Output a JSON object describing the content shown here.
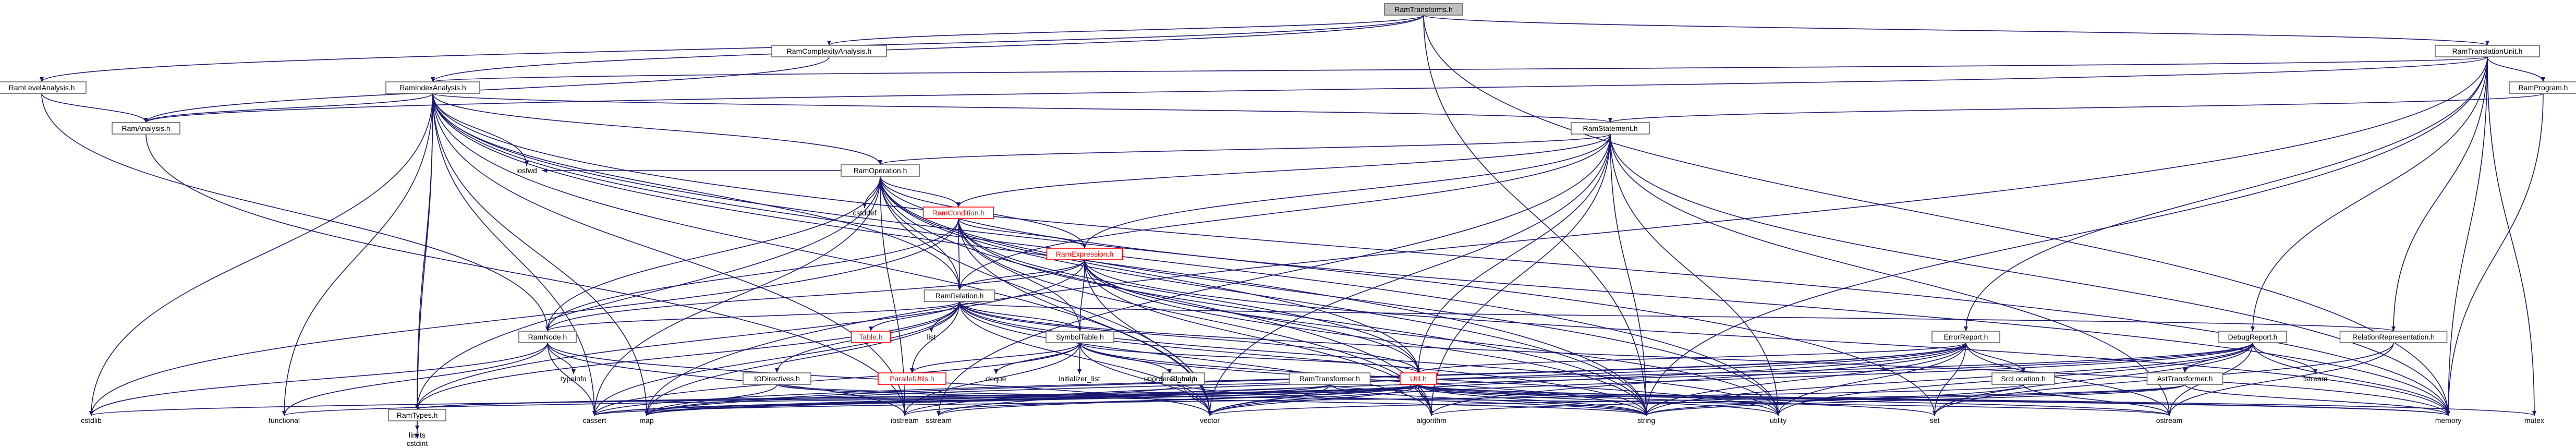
{
  "colors": {
    "edge": "#191970",
    "node_border": "#666666",
    "root_fill": "#bfbfbf",
    "red_node": "#ff0000"
  },
  "nodes": [
    {
      "id": "root",
      "label": "RamTransforms.h",
      "style": "root"
    },
    {
      "id": "complexity",
      "label": "RamComplexityAnalysis.h",
      "style": "box"
    },
    {
      "id": "translation",
      "label": "RamTranslationUnit.h",
      "style": "box"
    },
    {
      "id": "level",
      "label": "RamLevelAnalysis.h",
      "style": "box"
    },
    {
      "id": "indexanalysis",
      "label": "RamIndexAnalysis.h",
      "style": "box"
    },
    {
      "id": "ramanalysis",
      "label": "RamAnalysis.h",
      "style": "box"
    },
    {
      "id": "program",
      "label": "RamProgram.h",
      "style": "box"
    },
    {
      "id": "statement",
      "label": "RamStatement.h",
      "style": "box"
    },
    {
      "id": "operation",
      "label": "RamOperation.h",
      "style": "box"
    },
    {
      "id": "condition",
      "label": "RamCondition.h",
      "style": "red"
    },
    {
      "id": "expression",
      "label": "RamExpression.h",
      "style": "red"
    },
    {
      "id": "relation",
      "label": "RamRelation.h",
      "style": "box"
    },
    {
      "id": "ramnode",
      "label": "RamNode.h",
      "style": "box"
    },
    {
      "id": "tableh",
      "label": "Table.h",
      "style": "red"
    },
    {
      "id": "symboltable",
      "label": "SymbolTable.h",
      "style": "box"
    },
    {
      "id": "iodirectives",
      "label": "IODirectives.h",
      "style": "box"
    },
    {
      "id": "parallelutils",
      "label": "ParallelUtils.h",
      "style": "red"
    },
    {
      "id": "global",
      "label": "Global.h",
      "style": "box"
    },
    {
      "id": "ramtransformer",
      "label": "RamTransformer.h",
      "style": "box"
    },
    {
      "id": "util",
      "label": "Util.h",
      "style": "red"
    },
    {
      "id": "errorreport",
      "label": "ErrorReport.h",
      "style": "box"
    },
    {
      "id": "srclocation",
      "label": "SrcLocation.h",
      "style": "box"
    },
    {
      "id": "debugreport",
      "label": "DebugReport.h",
      "style": "box"
    },
    {
      "id": "relrep",
      "label": "RelationRepresentation.h",
      "style": "box"
    },
    {
      "id": "asttransformer",
      "label": "AstTransformer.h",
      "style": "box"
    },
    {
      "id": "ramtypes",
      "label": "RamTypes.h",
      "style": "box"
    },
    {
      "id": "iosfwd",
      "label": "iosfwd",
      "style": "plain"
    },
    {
      "id": "cstddef",
      "label": "cstddef",
      "style": "plain"
    },
    {
      "id": "list",
      "label": "list",
      "style": "plain"
    },
    {
      "id": "typeinfo",
      "label": "typeinfo",
      "style": "plain"
    },
    {
      "id": "deque",
      "label": "deque",
      "style": "plain"
    },
    {
      "id": "initlist",
      "label": "initializer_list",
      "style": "plain"
    },
    {
      "id": "unordered_map",
      "label": "unordered_map",
      "style": "plain"
    },
    {
      "id": "fstream",
      "label": "fstream",
      "style": "plain"
    },
    {
      "id": "cstdlib",
      "label": "cstdlib",
      "style": "plain"
    },
    {
      "id": "functional",
      "label": "functional",
      "style": "plain"
    },
    {
      "id": "cassert",
      "label": "cassert",
      "style": "plain"
    },
    {
      "id": "map",
      "label": "map",
      "style": "plain"
    },
    {
      "id": "iostream",
      "label": "iostream",
      "style": "plain"
    },
    {
      "id": "vector",
      "label": "vector",
      "style": "plain"
    },
    {
      "id": "algorithm",
      "label": "algorithm",
      "style": "plain"
    },
    {
      "id": "string",
      "label": "string",
      "style": "plain"
    },
    {
      "id": "utility",
      "label": "utility",
      "style": "plain"
    },
    {
      "id": "set",
      "label": "set",
      "style": "plain"
    },
    {
      "id": "ostream",
      "label": "ostream",
      "style": "plain"
    },
    {
      "id": "sstream",
      "label": "sstream",
      "style": "plain"
    },
    {
      "id": "memory",
      "label": "memory",
      "style": "plain"
    },
    {
      "id": "mutex",
      "label": "mutex",
      "style": "plain"
    },
    {
      "id": "limits",
      "label": "limits",
      "style": "plain"
    },
    {
      "id": "cstdint",
      "label": "cstdint",
      "style": "plain"
    }
  ],
  "edges": [
    [
      "root",
      "complexity"
    ],
    [
      "root",
      "translation"
    ],
    [
      "root",
      "level"
    ],
    [
      "root",
      "indexanalysis"
    ],
    [
      "root",
      "string"
    ],
    [
      "root",
      "memory"
    ],
    [
      "complexity",
      "ramanalysis"
    ],
    [
      "translation",
      "ramanalysis"
    ],
    [
      "translation",
      "indexanalysis"
    ],
    [
      "translation",
      "program"
    ],
    [
      "translation",
      "errorreport"
    ],
    [
      "translation",
      "debugreport"
    ],
    [
      "translation",
      "relrep"
    ],
    [
      "translation",
      "memory"
    ],
    [
      "translation",
      "mutex"
    ],
    [
      "translation",
      "string"
    ],
    [
      "translation",
      "map"
    ],
    [
      "level",
      "ramanalysis"
    ],
    [
      "level",
      "ramnode"
    ],
    [
      "indexanalysis",
      "ramanalysis"
    ],
    [
      "indexanalysis",
      "statement"
    ],
    [
      "indexanalysis",
      "operation"
    ],
    [
      "indexanalysis",
      "relation"
    ],
    [
      "indexanalysis",
      "ramtypes"
    ],
    [
      "indexanalysis",
      "iosfwd"
    ],
    [
      "indexanalysis",
      "cstdlib"
    ],
    [
      "indexanalysis",
      "functional"
    ],
    [
      "indexanalysis",
      "cassert"
    ],
    [
      "indexanalysis",
      "map"
    ],
    [
      "indexanalysis",
      "iostream"
    ],
    [
      "indexanalysis",
      "vector"
    ],
    [
      "indexanalysis",
      "set"
    ],
    [
      "indexanalysis",
      "string"
    ],
    [
      "indexanalysis",
      "utility"
    ],
    [
      "indexanalysis",
      "memory"
    ],
    [
      "indexanalysis",
      "limits"
    ],
    [
      "ramanalysis",
      "iostream"
    ],
    [
      "program",
      "statement"
    ],
    [
      "program",
      "memory"
    ],
    [
      "statement",
      "operation"
    ],
    [
      "statement",
      "condition"
    ],
    [
      "statement",
      "expression"
    ],
    [
      "statement",
      "relation"
    ],
    [
      "statement",
      "util"
    ],
    [
      "statement",
      "algorithm"
    ],
    [
      "statement",
      "string"
    ],
    [
      "statement",
      "utility"
    ],
    [
      "statement",
      "vector"
    ],
    [
      "statement",
      "memory"
    ],
    [
      "statement",
      "ostream"
    ],
    [
      "statement",
      "sstream"
    ],
    [
      "operation",
      "iosfwd"
    ],
    [
      "operation",
      "cstddef"
    ],
    [
      "operation",
      "condition"
    ],
    [
      "operation",
      "expression"
    ],
    [
      "operation",
      "relation"
    ],
    [
      "operation",
      "ramnode"
    ],
    [
      "operation",
      "ramtypes"
    ],
    [
      "operation",
      "util"
    ],
    [
      "operation",
      "algorithm"
    ],
    [
      "operation",
      "vector"
    ],
    [
      "operation",
      "string"
    ],
    [
      "operation",
      "utility"
    ],
    [
      "operation",
      "memory"
    ],
    [
      "operation",
      "cassert"
    ],
    [
      "operation",
      "iostream"
    ],
    [
      "condition",
      "expression"
    ],
    [
      "condition",
      "relation"
    ],
    [
      "condition",
      "ramnode"
    ],
    [
      "condition",
      "symboltable"
    ],
    [
      "condition",
      "util"
    ],
    [
      "condition",
      "algorithm"
    ],
    [
      "condition",
      "string"
    ],
    [
      "condition",
      "vector"
    ],
    [
      "condition",
      "cstdlib"
    ],
    [
      "expression",
      "relation"
    ],
    [
      "expression",
      "ramnode"
    ],
    [
      "expression",
      "symboltable"
    ],
    [
      "expression",
      "util"
    ],
    [
      "expression",
      "ramtypes"
    ],
    [
      "expression",
      "algorithm"
    ],
    [
      "expression",
      "string"
    ],
    [
      "expression",
      "utility"
    ],
    [
      "expression",
      "vector"
    ],
    [
      "expression",
      "memory"
    ],
    [
      "relation",
      "ramnode"
    ],
    [
      "relation",
      "tableh"
    ],
    [
      "relation",
      "list"
    ],
    [
      "relation",
      "symboltable"
    ],
    [
      "relation",
      "iodirectives"
    ],
    [
      "relation",
      "parallelutils"
    ],
    [
      "relation",
      "util"
    ],
    [
      "relation",
      "relrep"
    ],
    [
      "relation",
      "ramtypes"
    ],
    [
      "relation",
      "map"
    ],
    [
      "relation",
      "string"
    ],
    [
      "relation",
      "utility"
    ],
    [
      "relation",
      "cassert"
    ],
    [
      "relation",
      "vector"
    ],
    [
      "relation",
      "algorithm"
    ],
    [
      "relation",
      "memory"
    ],
    [
      "ramnode",
      "typeinfo"
    ],
    [
      "ramnode",
      "functional"
    ],
    [
      "ramnode",
      "cassert"
    ],
    [
      "ramnode",
      "vector"
    ],
    [
      "ramnode",
      "iostream"
    ],
    [
      "ramnode",
      "cstdlib"
    ],
    [
      "symboltable",
      "parallelutils"
    ],
    [
      "symboltable",
      "util"
    ],
    [
      "symboltable",
      "deque"
    ],
    [
      "symboltable",
      "initlist"
    ],
    [
      "symboltable",
      "unordered_map"
    ],
    [
      "symboltable",
      "iostream"
    ],
    [
      "symboltable",
      "cassert"
    ],
    [
      "symboltable",
      "string"
    ],
    [
      "symboltable",
      "utility"
    ],
    [
      "symboltable",
      "vector"
    ],
    [
      "iodirectives",
      "map"
    ],
    [
      "iodirectives",
      "string"
    ],
    [
      "iodirectives",
      "ostream"
    ],
    [
      "global",
      "string"
    ],
    [
      "global",
      "vector"
    ],
    [
      "global",
      "map"
    ],
    [
      "ramtransformer",
      "ramtypes"
    ],
    [
      "ramtransformer",
      "vector"
    ],
    [
      "ramtransformer",
      "string"
    ],
    [
      "ramtransformer",
      "map"
    ],
    [
      "ramtransformer",
      "memory"
    ],
    [
      "ramtransformer",
      "cassert"
    ],
    [
      "util",
      "ramtypes"
    ],
    [
      "util",
      "cassert"
    ],
    [
      "util",
      "map"
    ],
    [
      "util",
      "iostream"
    ],
    [
      "util",
      "vector"
    ],
    [
      "util",
      "algorithm"
    ],
    [
      "util",
      "string"
    ],
    [
      "util",
      "utility"
    ],
    [
      "util",
      "set"
    ],
    [
      "util",
      "ostream"
    ],
    [
      "util",
      "sstream"
    ],
    [
      "util",
      "memory"
    ],
    [
      "util",
      "mutex"
    ],
    [
      "util",
      "cstdlib"
    ],
    [
      "util",
      "functional"
    ],
    [
      "errorreport",
      "srclocation"
    ],
    [
      "errorreport",
      "util"
    ],
    [
      "errorreport",
      "algorithm"
    ],
    [
      "errorreport",
      "string"
    ],
    [
      "errorreport",
      "utility"
    ],
    [
      "errorreport",
      "set"
    ],
    [
      "errorreport",
      "iostream"
    ],
    [
      "errorreport",
      "vector"
    ],
    [
      "errorreport",
      "ostream"
    ],
    [
      "errorreport",
      "cassert"
    ],
    [
      "errorreport",
      "map"
    ],
    [
      "srclocation",
      "string"
    ],
    [
      "srclocation",
      "ostream"
    ],
    [
      "srclocation",
      "cassert"
    ],
    [
      "debugreport",
      "asttransformer"
    ],
    [
      "debugreport",
      "fstream"
    ],
    [
      "debugreport",
      "memory"
    ],
    [
      "debugreport",
      "set"
    ],
    [
      "debugreport",
      "string"
    ],
    [
      "debugreport",
      "vector"
    ],
    [
      "debugreport",
      "utility"
    ],
    [
      "debugreport",
      "sstream"
    ],
    [
      "debugreport",
      "ostream"
    ],
    [
      "debugreport",
      "map"
    ],
    [
      "relrep",
      "ostream"
    ],
    [
      "relrep",
      "set"
    ],
    [
      "asttransformer",
      "string"
    ],
    [
      "asttransformer",
      "vector"
    ],
    [
      "asttransformer",
      "memory"
    ],
    [
      "asttransformer",
      "algorithm"
    ],
    [
      "ramtypes",
      "limits"
    ],
    [
      "ramtypes",
      "cstdint"
    ]
  ]
}
